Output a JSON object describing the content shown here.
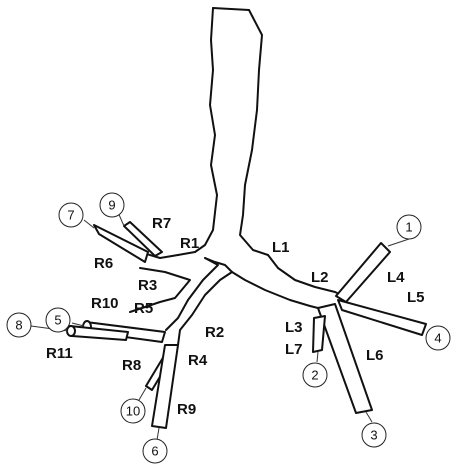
{
  "colors": {
    "stroke": "#111111",
    "background": "#ffffff"
  },
  "segment_labels": {
    "L1": "L1",
    "L2": "L2",
    "L3": "L3",
    "L4": "L4",
    "L5": "L5",
    "L6": "L6",
    "L7": "L7",
    "R1": "R1",
    "R2": "R2",
    "R3": "R3",
    "R4": "R4",
    "R5": "R5",
    "R6": "R6",
    "R7": "R7",
    "R8": "R8",
    "R9": "R9",
    "R10": "R10",
    "R11": "R11"
  },
  "markers": {
    "m1": "1",
    "m2": "2",
    "m3": "3",
    "m4": "4",
    "m5": "5",
    "m6": "6",
    "m7": "7",
    "m8": "8",
    "m9": "9",
    "m10": "10"
  }
}
